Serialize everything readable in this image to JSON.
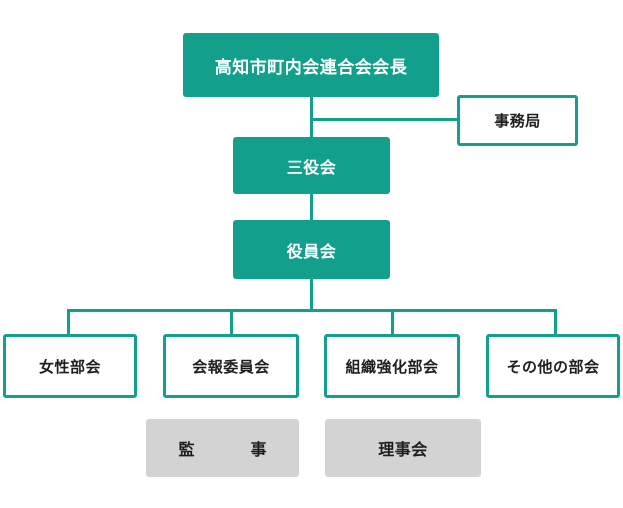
{
  "org_chart": {
    "chairman": "高知市町内会連合会会長",
    "secretariat": "事務局",
    "three_officers": "三役会",
    "board": "役員会",
    "divisions": [
      "女性部会",
      "会報委員会",
      "組織強化部会",
      "その他の部会"
    ],
    "auditor": "監　事",
    "directors_council": "理事会"
  },
  "colors": {
    "accent": "#12a08c",
    "gray_box": "#d3d3d3",
    "text_dark": "#1e1e1e"
  }
}
